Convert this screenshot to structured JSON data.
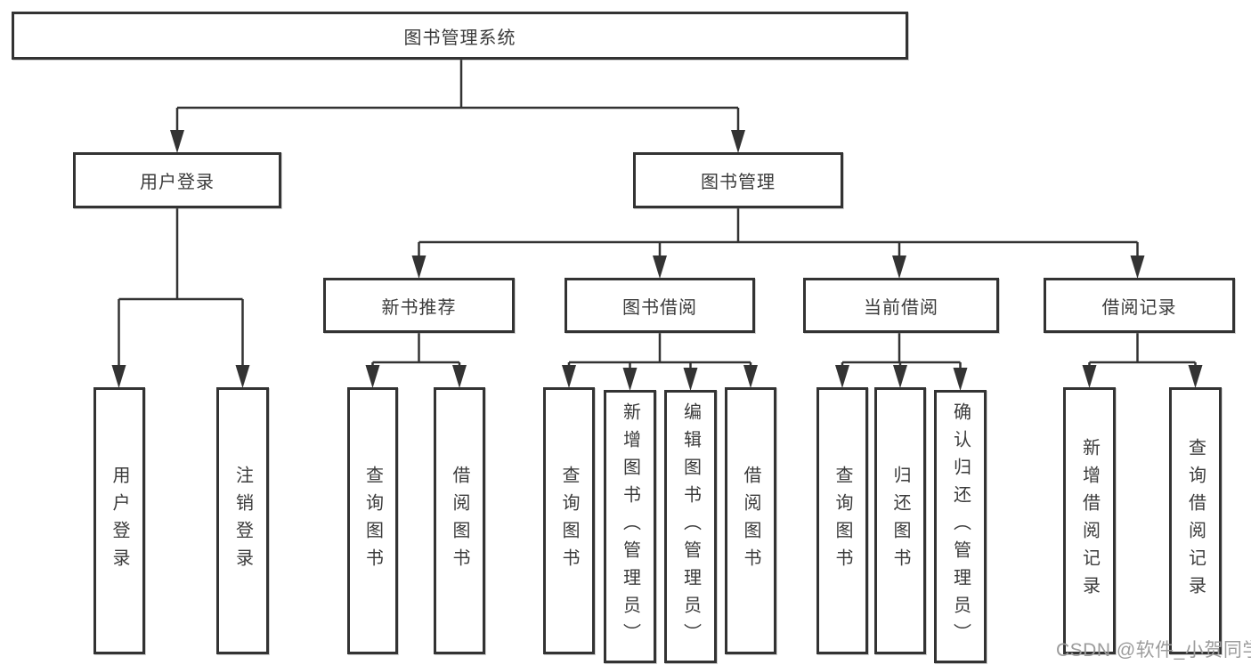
{
  "diagram_title": "图书管理系统",
  "tree": {
    "root": {
      "label": "图书管理系统"
    },
    "children": [
      {
        "label": "用户登录",
        "children": [
          {
            "label": "用户登录"
          },
          {
            "label": "注销登录"
          }
        ]
      },
      {
        "label": "图书管理",
        "children": [
          {
            "label": "新书推荐",
            "children": [
              {
                "label": "查询图书"
              },
              {
                "label": "借阅图书"
              }
            ]
          },
          {
            "label": "图书借阅",
            "children": [
              {
                "label": "查询图书"
              },
              {
                "label": "新增图书（管理员）"
              },
              {
                "label": "编辑图书（管理员）"
              },
              {
                "label": "借阅图书"
              }
            ]
          },
          {
            "label": "当前借阅",
            "children": [
              {
                "label": "查询图书"
              },
              {
                "label": "归还图书"
              },
              {
                "label": "确认归还（管理员）"
              }
            ]
          },
          {
            "label": "借阅记录",
            "children": [
              {
                "label": "新增借阅记录"
              },
              {
                "label": "查询借阅记录"
              }
            ]
          }
        ]
      }
    ]
  },
  "watermark": {
    "text": "CSDN @软件_小贺同学"
  },
  "colors": {
    "line": "#333333",
    "box_border": "#333333",
    "text": "#3b3b3b",
    "watermark": "#9c9c9c",
    "background": "#ffffff"
  }
}
